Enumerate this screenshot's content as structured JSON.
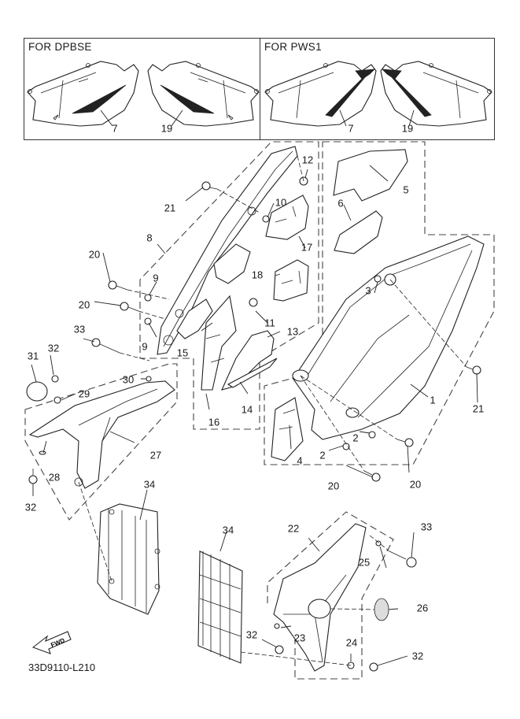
{
  "diagram": {
    "type": "exploded-parts-diagram",
    "drawing_code": "33D9110-L210",
    "direction_indicator": "FWD",
    "variants": [
      {
        "title": "FOR DPBSE",
        "callouts": [
          "7",
          "19"
        ]
      },
      {
        "title": "FOR PWS1",
        "callouts": [
          "7",
          "19"
        ]
      }
    ],
    "callouts": {
      "c1": "1",
      "c2a": "2",
      "c2b": "2",
      "c3": "3",
      "c4": "4",
      "c5": "5",
      "c6": "6",
      "c8": "8",
      "c9a": "9",
      "c9b": "9",
      "c10": "10",
      "c11": "11",
      "c12": "12",
      "c13": "13",
      "c14": "14",
      "c15": "15",
      "c16": "16",
      "c17": "17",
      "c18": "18",
      "c20a": "20",
      "c20b": "20",
      "c20c": "20",
      "c20d": "20",
      "c21a": "21",
      "c21b": "21",
      "c22": "22",
      "c23": "23",
      "c24": "24",
      "c25": "25",
      "c26": "26",
      "c27": "27",
      "c28": "28",
      "c29": "29",
      "c30": "30",
      "c31": "31",
      "c32a": "32",
      "c32b": "32",
      "c32c": "32",
      "c32d": "32",
      "c33a": "33",
      "c33b": "33",
      "c34a": "34",
      "c34b": "34"
    }
  }
}
